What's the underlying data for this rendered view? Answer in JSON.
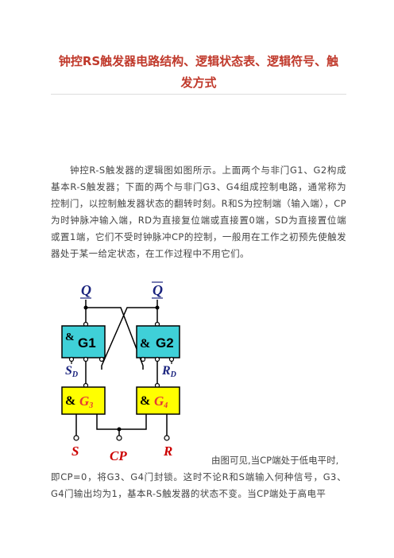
{
  "article": {
    "title": "钟控RS触发器电路结构、逻辑状态表、逻辑符号、触发方式",
    "paragraph1": "钟控R-S触发器的逻辑图如图所示。上面两个与非门G1、G2构成基本R-S触发器；下面的两个与非门G3、G4组成控制电路，通常称为控制门，以控制触发器状态的翻转时刻。R和S为控制端（输入端），CP为时钟脉冲输入端，RD为直接复位端或直接置0端，SD为直接置位端或置1端，它们不受时钟脉冲CP的控制，一般用在工作之初预先使触发器处于某一给定状态，在工作过程中不用它们。",
    "paragraph2_start": "由图可见,当CP端处于低电平时,",
    "paragraph2_rest": "即CP=0，将G3、G4门封锁。这时不论R和S端输入何种信号，G3、G4门输出均为1，基本R-S触发器的状态不变。当CP端处于高电平"
  },
  "diagram": {
    "out_q": "Q",
    "out_qbar": "Q",
    "gate_g1_sym": "&",
    "gate_g1": "G1",
    "gate_g2_sym": "&",
    "gate_g2": "G2",
    "gate_g3_sym": "&",
    "gate_g3": "G",
    "gate_g3_sub": "3",
    "gate_g4_sym": "&",
    "gate_g4": "G",
    "gate_g4_sub": "4",
    "sd": "S",
    "sd_sub": "D",
    "rd": "R",
    "rd_sub": "D",
    "in_s": "S",
    "in_cp": "CP",
    "in_r": "R",
    "colors": {
      "upper_gate_fill": "#3fd0d8",
      "lower_gate_fill": "#ffff00",
      "label_blue": "#1a237e",
      "label_red": "#cc0000",
      "gate_red_text": "#e53935"
    }
  }
}
